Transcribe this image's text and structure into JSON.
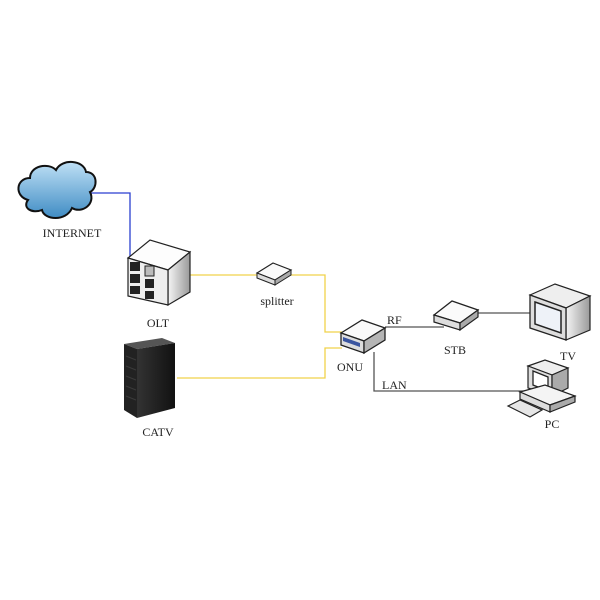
{
  "nodes": {
    "internet": "INTERNET",
    "olt": "OLT",
    "splitter": "splitter",
    "catv": "CATV",
    "onu": "ONU",
    "stb": "STB",
    "tv": "TV",
    "pc": "PC"
  },
  "links": {
    "rf": "RF",
    "lan": "LAN"
  },
  "colors": {
    "internet_link": "#2a3fd0",
    "fiber_link": "#f0d24a",
    "copper_link": "#555555"
  }
}
